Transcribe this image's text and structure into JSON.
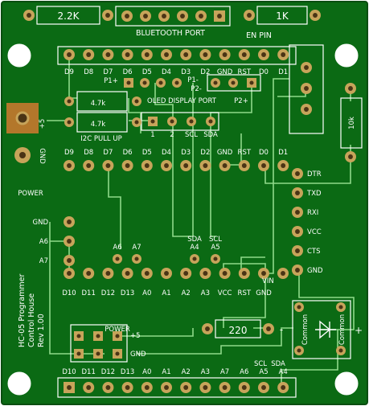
{
  "colors": {
    "board": "#0b6a14",
    "board_edge": "#0a4d10",
    "trace": "#8fd98a",
    "pad": "#c7a45a",
    "pad_hole": "#4a3415",
    "silk": "#ffffff",
    "hole": "#ffffff",
    "power_jack": "#b3772b"
  },
  "labels": {
    "r_2k2": "2.2K",
    "r_1k": "1K",
    "bluetooth_port": "BLUETOOTH PORT",
    "en_pin": "EN PIN",
    "oled_display_port": "OLED DISPLAY PORT",
    "p1_plus": "P1+",
    "p1_minus": "P1-",
    "p2_minus": "P2-",
    "p2_plus": "P2+",
    "r_47k_top": "4.7k",
    "r_47k_bottom": "4.7k",
    "i2c_pull_up": "I2C PULL UP",
    "plus5": "+5",
    "gnd_left": "GND",
    "power": "POWER",
    "r_10k": "10k",
    "oled_pins": [
      "1",
      "2",
      "SCL",
      "SDA"
    ],
    "top_pins": [
      "D9",
      "D8",
      "D7",
      "D6",
      "D5",
      "D4",
      "D3",
      "D2",
      "GND",
      "RST",
      "D0",
      "D1"
    ],
    "mid_pins": [
      "D9",
      "D8",
      "D7",
      "D6",
      "D5",
      "D4",
      "D3",
      "D2",
      "GND",
      "RST",
      "D0",
      "D1"
    ],
    "serial_pins": [
      "DTR",
      "TXD",
      "RXI",
      "VCC",
      "CTS",
      "GND"
    ],
    "left_pins": [
      "GND",
      "A6",
      "A7"
    ],
    "analog_mid": [
      "A6",
      "A7"
    ],
    "sda_scl_mid": [
      "SDA",
      "SCL",
      "A4",
      "A5"
    ],
    "bottom_pins": [
      "D10",
      "D11",
      "D12",
      "D13",
      "A0",
      "A1",
      "A2",
      "A3",
      "VCC",
      "RST",
      "GND"
    ],
    "vin": "VIN",
    "title_lines": [
      "HC-05 Programmer",
      "Control House",
      "Rev 1.00"
    ],
    "power_box": "POWER",
    "power_plus5": "+5",
    "power_gnd": "GND",
    "r_220": "220",
    "led_common_left": "Common",
    "led_common_right": "Common",
    "led_minus": "-",
    "led_plus": "+",
    "header_bottom": [
      "D10",
      "D11",
      "D12",
      "D13",
      "A0",
      "A1",
      "A2",
      "A3",
      "A7",
      "A6",
      "A5",
      "A4"
    ],
    "scl_sda_bottom": [
      "SCL",
      "SDA"
    ]
  }
}
